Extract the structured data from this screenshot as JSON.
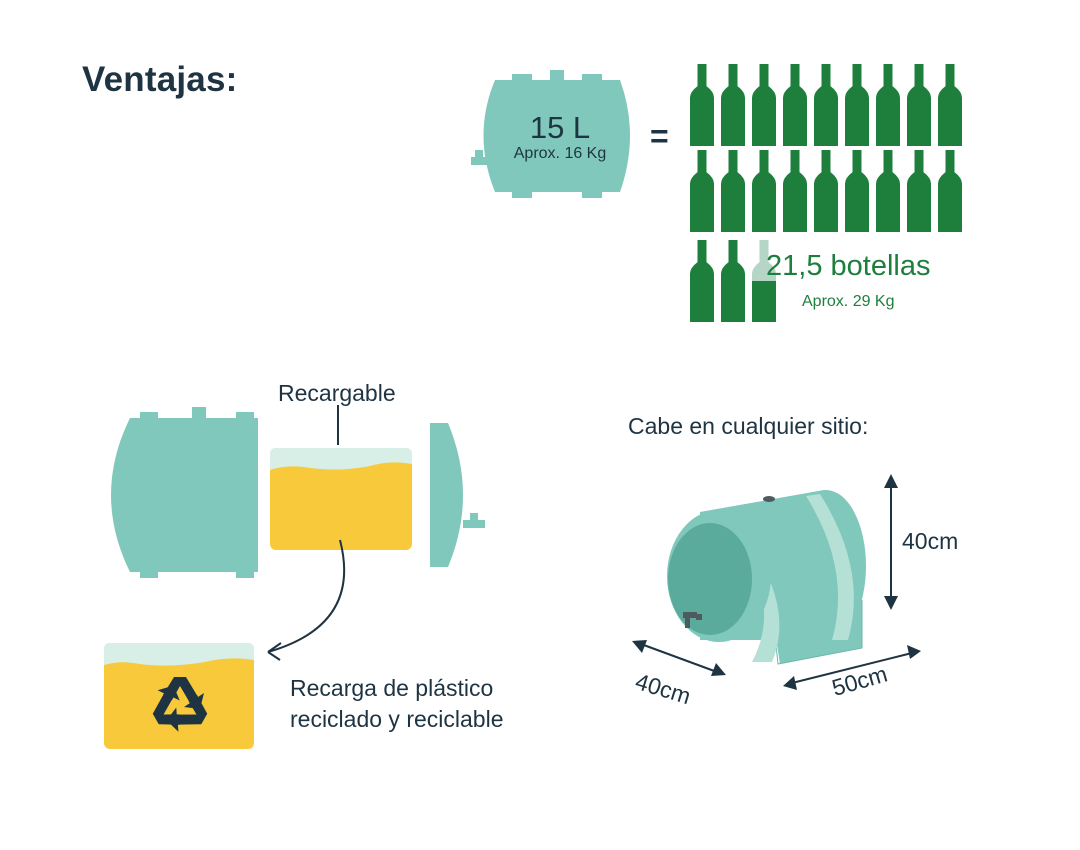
{
  "heading": "Ventajas:",
  "barrel": {
    "volume": "15 L",
    "weight": "Aprox. 16 Kg"
  },
  "equals_sign": "=",
  "bottles": {
    "count_label": "21,5 botellas",
    "weight": "Aprox. 29 Kg",
    "full_bottles": 20,
    "partial_bottle_fill": 0.5
  },
  "refill": {
    "label": "Recargable",
    "recycled_line1": "Recarga de plástico",
    "recycled_line2": "reciclado y reciclable"
  },
  "dimensions": {
    "title": "Cabe en cualquier sitio:",
    "height": "40cm",
    "depth": "40cm",
    "width": "50cm"
  },
  "colors": {
    "teal": "#7fc8bb",
    "teal_dark": "#5aab9b",
    "bottle_green": "#1e7f3d",
    "bottle_light": "#b5d6c6",
    "liquid_yellow": "#f8c93b",
    "liquid_foam": "#d7efe6",
    "navy": "#1f3442"
  },
  "icons": [
    "recycle-icon",
    "tap-icon"
  ]
}
